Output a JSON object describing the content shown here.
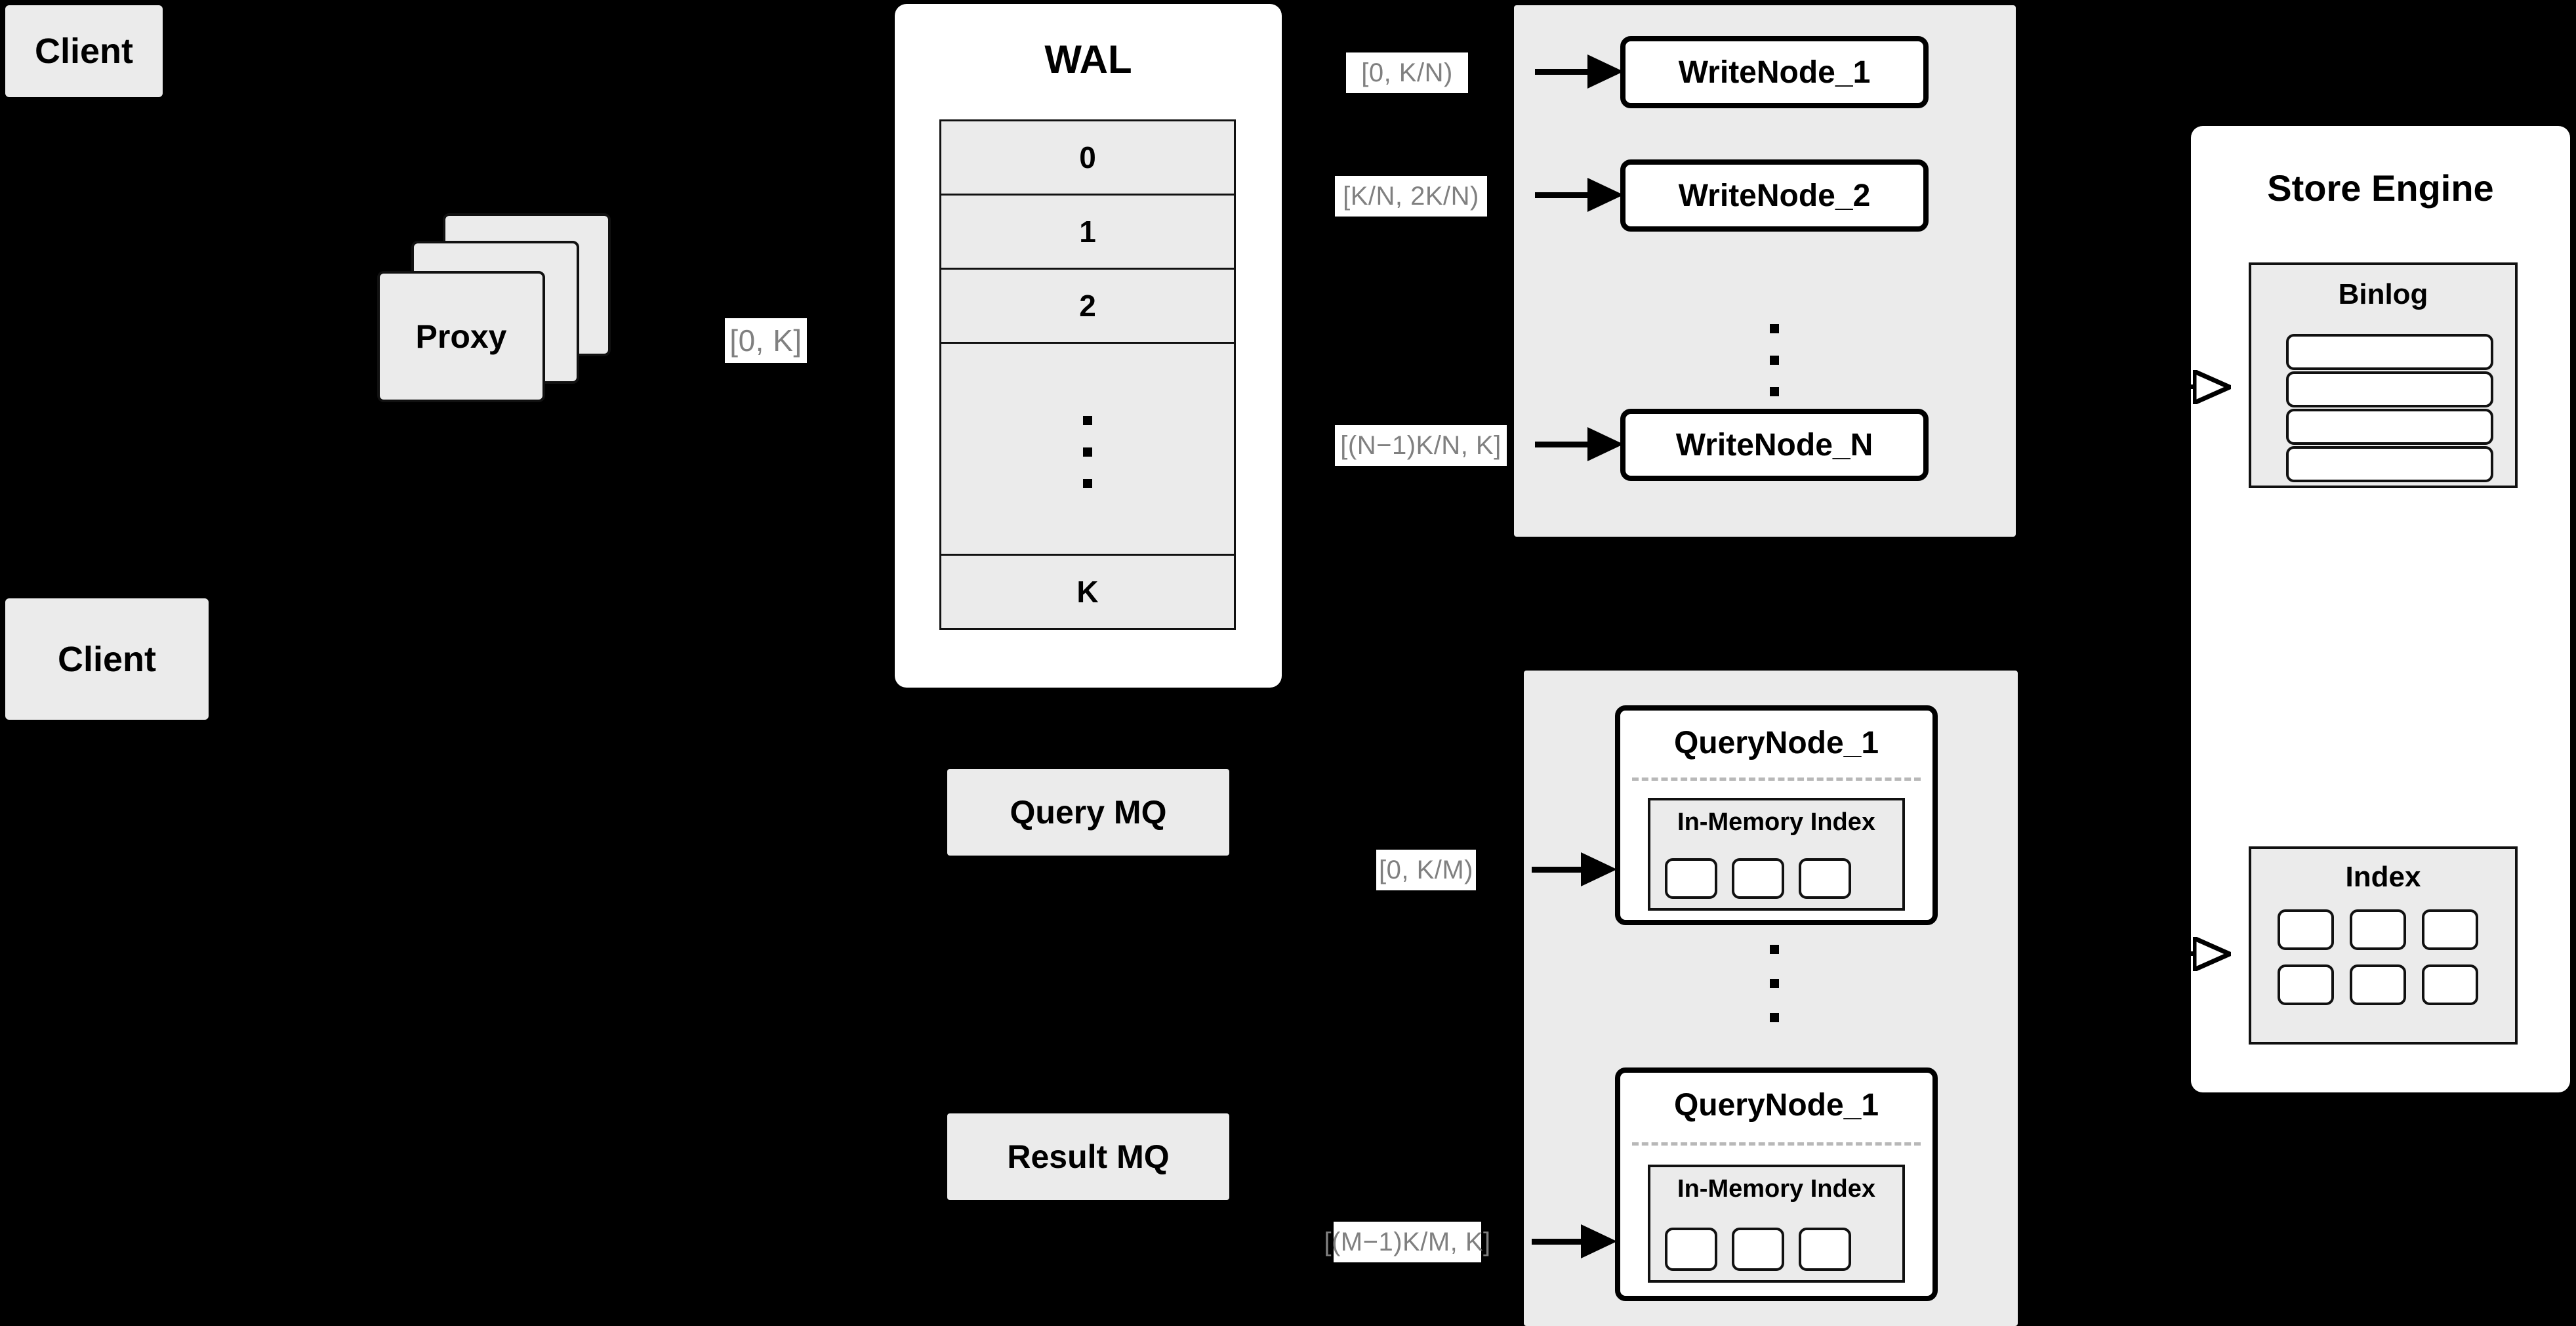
{
  "diagram": {
    "background_color": "#000000",
    "node_fill": "#ebebeb",
    "panel_fill": "#ffffff",
    "label_text_color": "#808080"
  },
  "clients": [
    {
      "label": "Client"
    },
    {
      "label": "Client"
    }
  ],
  "proxy": {
    "label": "Proxy",
    "stack_count": 3,
    "out_label": "[0, K]"
  },
  "wal": {
    "title": "WAL",
    "rows": [
      "0",
      "1",
      "2",
      "···",
      "K"
    ],
    "dots_row_index": 3
  },
  "write_cluster": {
    "nodes": [
      {
        "label": "WriteNode_1",
        "range": "[0,  K/N)"
      },
      {
        "label": "WriteNode_2",
        "range": "[K/N, 2K/N)"
      },
      {
        "label": "WriteNode_N",
        "range": "[(N−1)K/N,  K]"
      }
    ],
    "ellipsis": "···"
  },
  "query_cluster": {
    "nodes": [
      {
        "label": "QueryNode_1",
        "range": "[0, K/M)",
        "inner_title": "In-Memory Index",
        "inner_cells": 3
      },
      {
        "label": "QueryNode_1",
        "range": "[(M−1)K/M, K]",
        "inner_title": "In-Memory Index",
        "inner_cells": 3
      }
    ],
    "ellipsis": "···"
  },
  "message_queues": [
    {
      "label": "Query MQ"
    },
    {
      "label": "Result MQ"
    }
  ],
  "store_engine": {
    "title": "Store Engine",
    "binlog": {
      "title": "Binlog",
      "segments": 4
    },
    "index": {
      "title": "Index",
      "cells": 6
    }
  }
}
